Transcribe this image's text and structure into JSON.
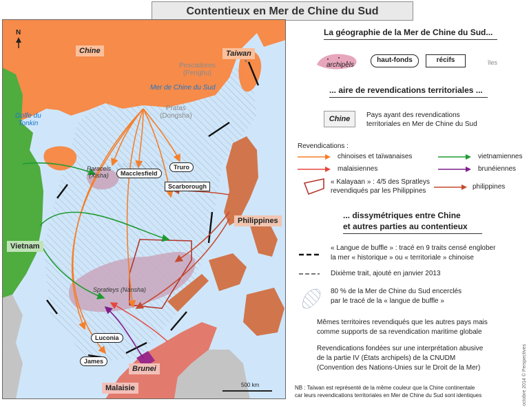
{
  "title": "Contentieux en Mer de Chine du Sud",
  "map": {
    "north": "N",
    "labels": {
      "china": "Chine",
      "taiwan": "Taiwan",
      "vietnam": "Vietnam",
      "philippines": "Philippines",
      "brunei": "Brunei",
      "malaysia": "Malaisie",
      "sea": "Mer de Chine du Sud",
      "gulf": "Golfe du\nTonkin",
      "pescadores": "Pescadores\n(Penghu)",
      "pratas": "Pratas\n(Dongsha)",
      "paracels": "Paracels\n(Xisha)",
      "spratleys": "Spratleys (Nansha)",
      "macclesfield": "Macclesfield",
      "truro": "Truro",
      "scarborough": "Scarborough",
      "luconia": "Luconia",
      "james": "James"
    },
    "scale": "500 km",
    "colors": {
      "sea": "#cfe6fa",
      "china": "#f68b4a",
      "vietnam": "#4fac3f",
      "philippines": "#d1754c",
      "malaysia": "#e27b6d",
      "brunei": "#9b2a8a",
      "other_land": "#c4c4c4",
      "archipel": "#c9a6bc",
      "claim_china": "#f57f2a",
      "claim_vietnam": "#1f9a33",
      "claim_malaysia": "#e5463c",
      "claim_brunei": "#7e1e8c",
      "claim_philippines": "#c54a2f"
    }
  },
  "legend": {
    "h1": "La géographie de la Mer de Chine du Sud...",
    "archipels": "archipels",
    "hautfonds": "haut-fonds",
    "recifs": "récifs",
    "iles": "îles",
    "h2": "... aire de revendications territoriales ...",
    "country_box": "Chine",
    "country_desc": "Pays ayant des revendications\nterritoriales en Mer de Chine du Sud",
    "revendications": "Revendications :",
    "rv1": "chinoises et taïwanaises",
    "rv2": "vietnamiennes",
    "rv3": "malaisiennes",
    "rv4": "brunéiennes",
    "rv5": "« Kalayaan » : 4/5 des Spratleys\nrevendiqués par les Philippines",
    "rv6": "philippines",
    "h3a": "... dissymétriques entre Chine",
    "h3b": "et autres parties au contentieux",
    "d1": "« Langue de buffle » : tracé en 9 traits censé englober\nla mer « historique » ou « territoriale » chinoise",
    "d2": "Dixième trait, ajouté en janvier 2013",
    "d3": "80 % de la Mer de Chine du Sud encerclés\npar le tracé de la « langue de buffle »",
    "d4": "Mêmes territoires revendiqués que les autres pays mais\ncomme supports de sa revendication maritime globale",
    "d5": "Revendications fondées sur une interprétation abusive\nde la partie IV (États archipels) de la CNUDM\n(Convention des Nations-Unies sur le Droit de la Mer)",
    "nb": "NB : Taïwan est représenté de la même couleur que la Chine continentale\ncar leurs revendications territoriales en Mer de Chine du Sud sont identiques",
    "credit": "octobre 2014 © Perspectives"
  }
}
